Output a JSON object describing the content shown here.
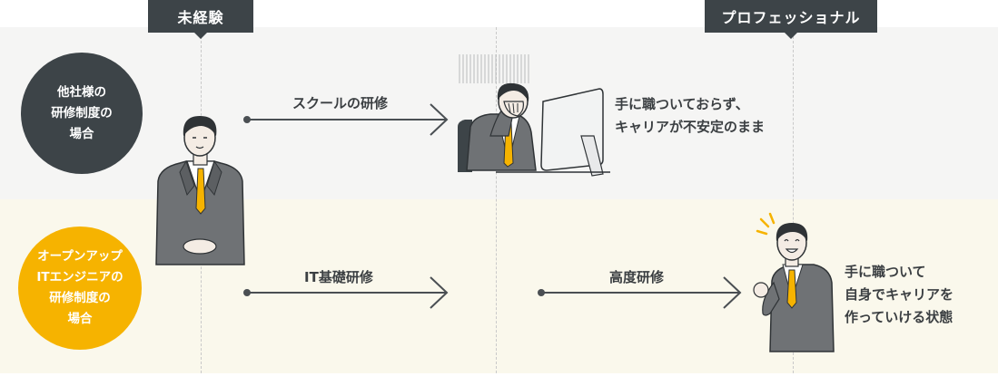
{
  "stages": {
    "start": "未経験",
    "end": "プロフェッショナル"
  },
  "rows": {
    "other": {
      "lines": [
        "他社様の",
        "研修制度の",
        "場合"
      ],
      "step_label": "スクールの研修",
      "outcome_lines": [
        "手に職ついておらず、",
        "キャリアが不安定のまま"
      ]
    },
    "ours": {
      "lines": [
        "オープンアップ",
        "ITエンジニアの",
        "研修制度の",
        "場合"
      ],
      "step1_label": "IT基礎研修",
      "step2_label": "高度研修",
      "outcome_lines": [
        "手に職ついて",
        "自身でキャリアを",
        "作っていける状態"
      ]
    }
  },
  "colors": {
    "dark": "#3d4448",
    "accent": "#f6b300",
    "band_top": "#f5f5f4",
    "band_bottom": "#faf8ec"
  }
}
